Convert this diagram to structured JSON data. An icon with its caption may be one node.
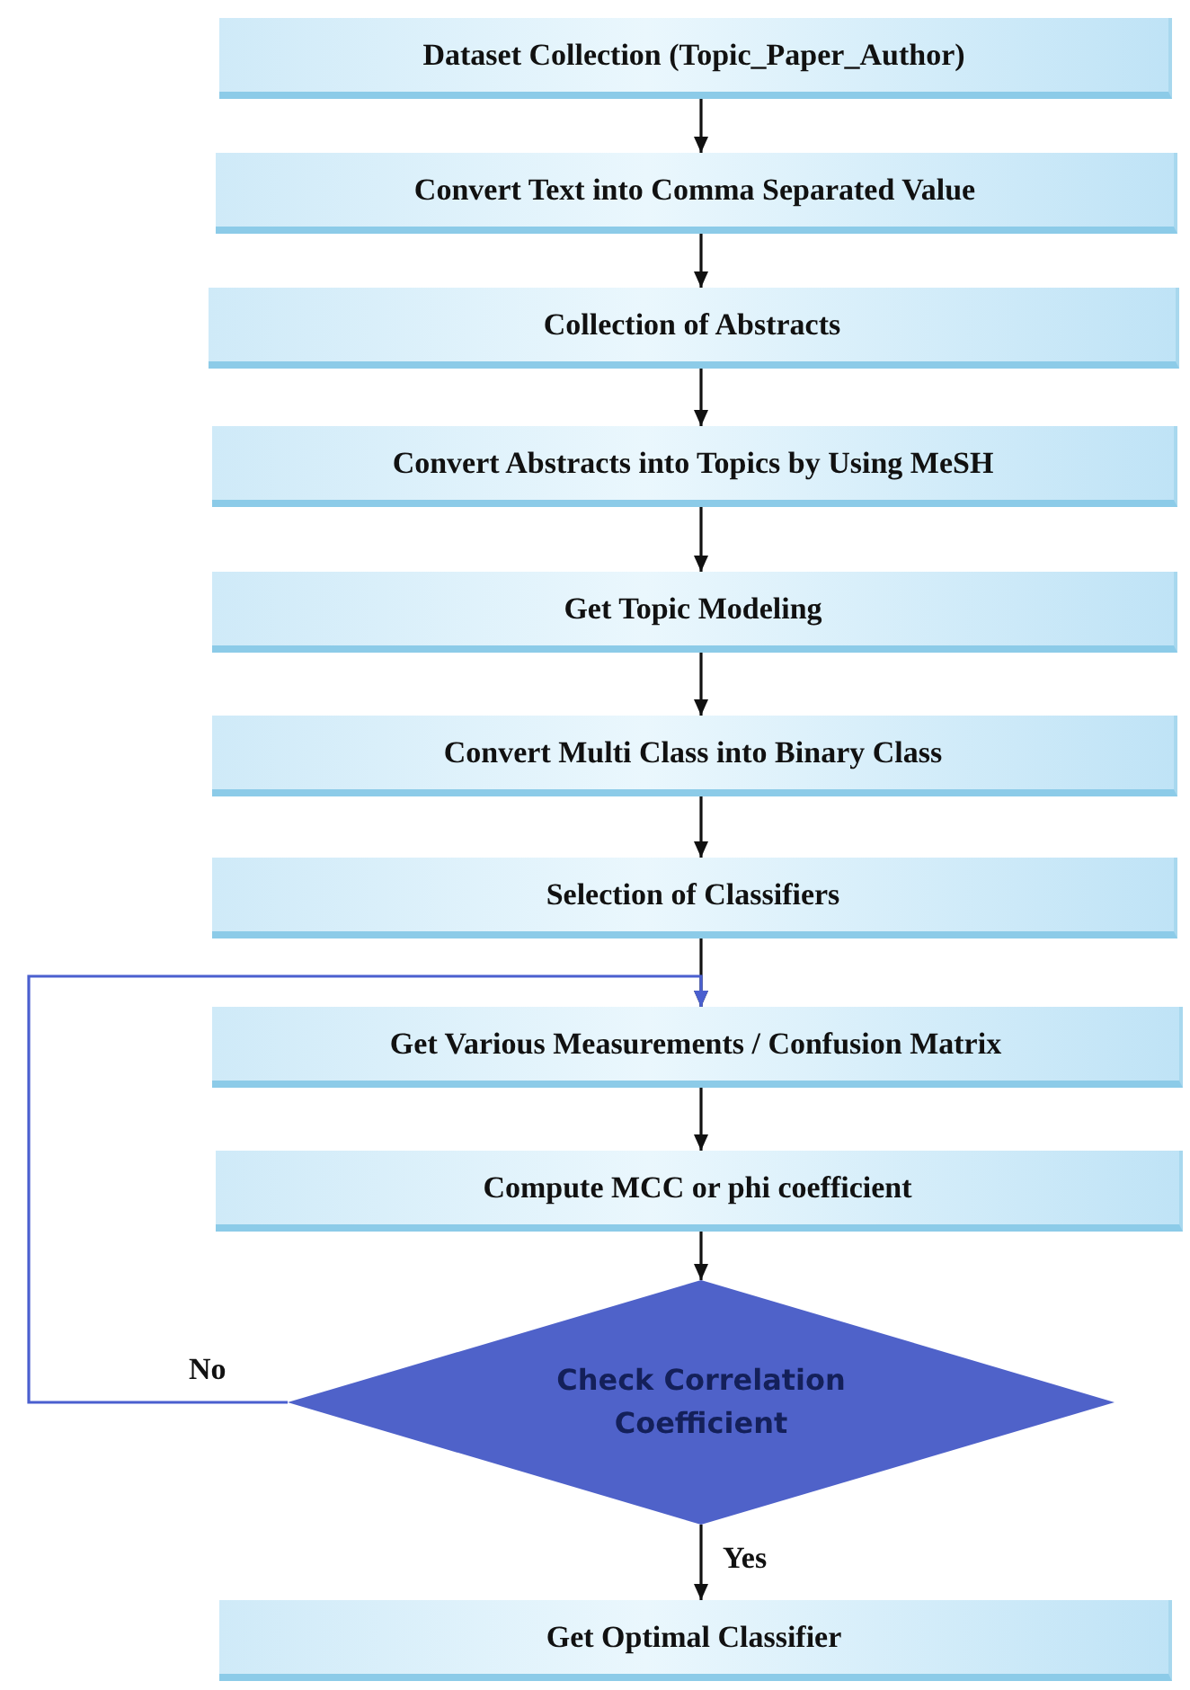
{
  "diagram": {
    "nodes": [
      {
        "text": [
          "Dataset Collection (Topic_Paper_Author)"
        ]
      },
      {
        "text": [
          "Convert Text into Comma Separated Value"
        ]
      },
      {
        "text": [
          "Collection of Abstracts"
        ]
      },
      {
        "text": [
          "Convert Abstracts into Topics by Using MeSH"
        ]
      },
      {
        "text": [
          "Get Topic Modeling"
        ]
      },
      {
        "text": [
          "Convert Multi Class into Binary Class"
        ]
      },
      {
        "text": [
          "Selection of Classifiers"
        ]
      },
      {
        "text": [
          "Get Various Measurements / Confusion Matrix"
        ]
      },
      {
        "text": [
          "Compute MCC or phi coefficient"
        ]
      },
      {
        "text": [
          "Check Correlation Coefficient"
        ]
      },
      {
        "text": [
          "Get Optimal Classifier"
        ]
      }
    ],
    "edges": [
      {
        "from": 0,
        "to": 1,
        "arrow": "to"
      },
      {
        "from": 1,
        "to": 2,
        "arrow": "to"
      },
      {
        "from": 2,
        "to": 3,
        "arrow": "to"
      },
      {
        "from": 3,
        "to": 4,
        "arrow": "to"
      },
      {
        "from": 4,
        "to": 5,
        "arrow": "to"
      },
      {
        "from": 5,
        "to": 6,
        "arrow": "to"
      },
      {
        "from": 6,
        "to": 7,
        "arrow": "to"
      },
      {
        "from": 7,
        "to": 8,
        "arrow": "to"
      },
      {
        "from": 8,
        "to": 9,
        "arrow": "to"
      },
      {
        "from": 9,
        "to": 10,
        "arrow": "to",
        "label": "Yes"
      },
      {
        "from": 9,
        "to": 7,
        "arrow": "to",
        "label": "No",
        "color": "#4a5fcf"
      }
    ]
  }
}
